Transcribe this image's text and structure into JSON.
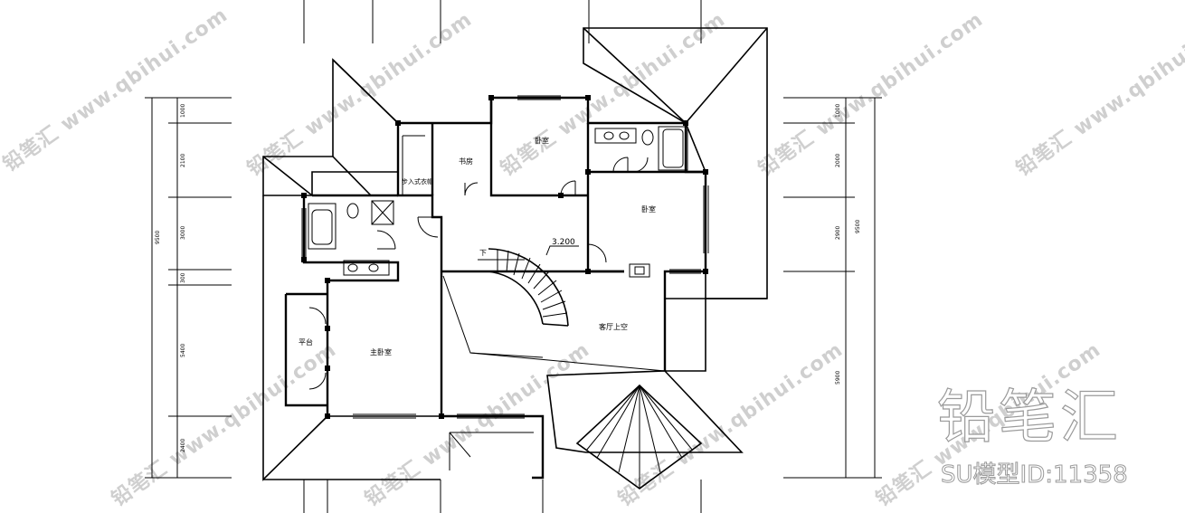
{
  "plan": {
    "rooms": {
      "study": "书房",
      "bedroom_upper": "卧室",
      "bedroom_right": "卧室",
      "walkin_closet": "步入式衣帽",
      "master_bedroom": "主卧室",
      "balcony": "平台",
      "living_void": "客厅上空"
    },
    "stair": {
      "down_label": "下",
      "elevation": "3.200"
    },
    "dimensions_left": {
      "total": "9500",
      "segments": [
        "1000",
        "2100",
        "3000",
        "300",
        "5400",
        "2400"
      ]
    },
    "dimensions_right": {
      "total": "9500",
      "segments": [
        "1000",
        "2000",
        "2900",
        "5900"
      ]
    }
  },
  "watermark": {
    "text": "铅笔汇 www.qbihui.com"
  },
  "logo": {
    "name": "铅笔汇",
    "model_id": "SU模型ID:11358"
  },
  "colors": {
    "line": "#000000",
    "watermark": "#cfcfcf",
    "logo_stroke": "#9a9a9a"
  }
}
